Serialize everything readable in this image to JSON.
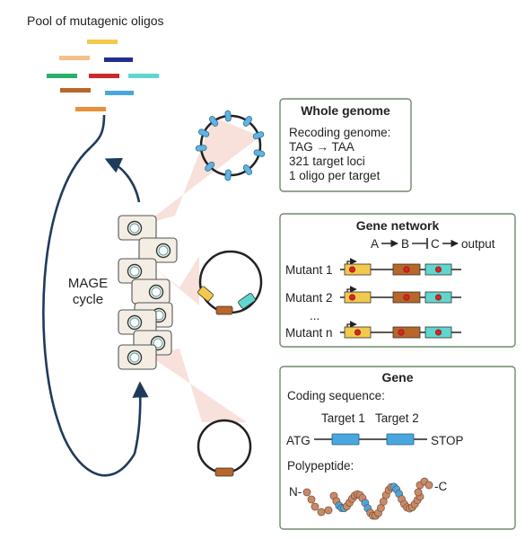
{
  "pool": {
    "title": "Pool of mutagenic oligos",
    "oligos": [
      {
        "color": "#f2c94c"
      },
      {
        "color": "#f4c089"
      },
      {
        "color": "#1f2e8f"
      },
      {
        "color": "#2bb06a"
      },
      {
        "color": "#cc2a2a"
      },
      {
        "color": "#5fd7cf"
      },
      {
        "color": "#b8662a"
      },
      {
        "color": "#4aa7de"
      },
      {
        "color": "#e8903a"
      }
    ]
  },
  "cycle": {
    "line1": "MAGE",
    "line2": "cycle"
  },
  "whole_genome": {
    "title": "Whole genome",
    "line1": "Recoding genome:",
    "line2": "TAG → TAA",
    "line3": "321 target loci",
    "line4": "1 oligo per target"
  },
  "gene_network": {
    "title": "Gene network",
    "node_a": "A",
    "node_b": "B",
    "node_c": "C",
    "output": "output",
    "mutants": [
      "Mutant 1",
      "Mutant 2",
      "...",
      "Mutant n"
    ]
  },
  "gene": {
    "title": "Gene",
    "coding_sequence": "Coding sequence:",
    "target1": "Target 1",
    "target2": "Target 2",
    "start": "ATG",
    "stop": "STOP",
    "polypeptide": "Polypeptide:",
    "n_term": "N-",
    "c_term": "-C"
  },
  "colors": {
    "navy": "#1f3b5c",
    "box_border": "#6d8a6d",
    "cell_fill": "#f3ede4",
    "cell_border": "#555555",
    "nucleus_ring": "#6fa79a",
    "beam": "#f3c8bc",
    "yellow_gene": "#f2c94c",
    "brown_gene": "#b8662a",
    "cyan_gene": "#5fd7cf",
    "mutation_dot": "#dd2222",
    "target_blue": "#4aa7de",
    "aa_brown": "#c98a66",
    "aa_blue": "#4aa7de",
    "site_blue": "#62b4e0"
  }
}
